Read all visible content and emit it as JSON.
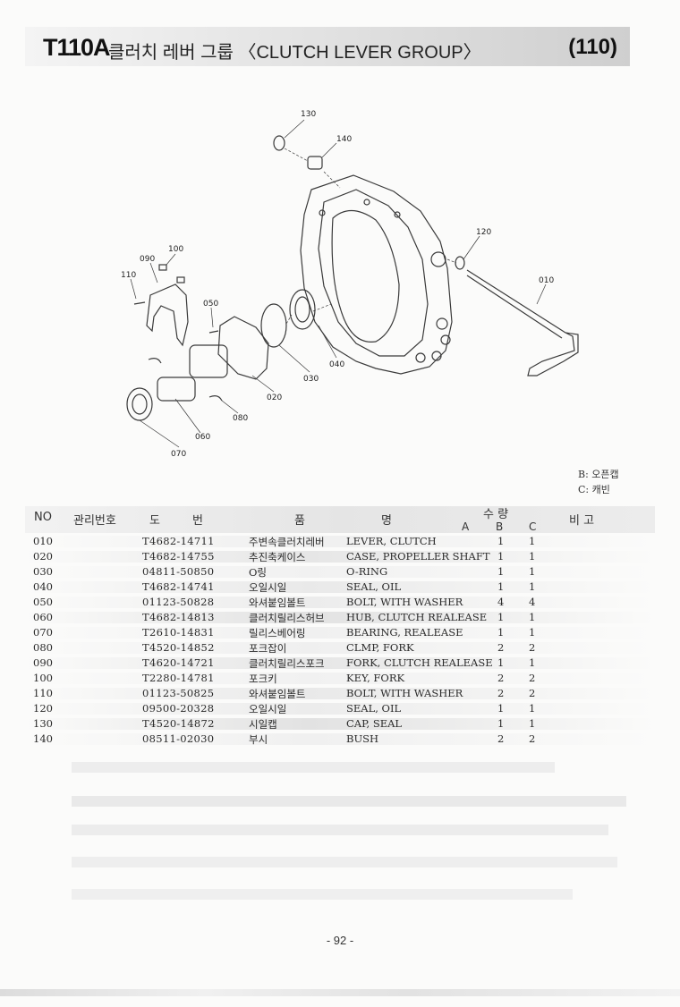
{
  "header": {
    "code": "T110A",
    "title": "클러치 레버 그룹 〈CLUTCH LEVER GROUP〉",
    "page_ref": "(110)"
  },
  "diagram": {
    "callouts": [
      "130",
      "140",
      "120",
      "010",
      "100",
      "090",
      "110",
      "050",
      "040",
      "030",
      "020",
      "080",
      "060",
      "070"
    ]
  },
  "legend": {
    "b": "B: 오픈캡",
    "c": "C: 캐빈"
  },
  "table": {
    "headers": {
      "no": "NO",
      "mgmt": "관리번호",
      "part_a": "도",
      "part_b": "번",
      "name_a": "품",
      "name_b": "명",
      "qty": "수 량",
      "qty_a": "A",
      "qty_b": "B",
      "qty_c": "C",
      "note": "비 고"
    },
    "rows": [
      {
        "no": "010",
        "part": "T4682-14711",
        "ko": "주변속클러치레버",
        "en": "LEVER, CLUTCH",
        "b": "1",
        "c": "1"
      },
      {
        "no": "020",
        "part": "T4682-14755",
        "ko": "추진축케이스",
        "en": "CASE, PROPELLER SHAFT",
        "b": "1",
        "c": "1"
      },
      {
        "no": "030",
        "part": "04811-50850",
        "ko": "O링",
        "en": "O-RING",
        "b": "1",
        "c": "1"
      },
      {
        "no": "040",
        "part": "T4682-14741",
        "ko": "오일시일",
        "en": "SEAL, OIL",
        "b": "1",
        "c": "1"
      },
      {
        "no": "050",
        "part": "01123-50828",
        "ko": "와셔붙임볼트",
        "en": "BOLT, WITH WASHER",
        "b": "4",
        "c": "4"
      },
      {
        "no": "060",
        "part": "T4682-14813",
        "ko": "클러치릴리스허브",
        "en": "HUB, CLUTCH REALEASE",
        "b": "1",
        "c": "1"
      },
      {
        "no": "070",
        "part": "T2610-14831",
        "ko": "릴리스베어링",
        "en": "BEARING, REALEASE",
        "b": "1",
        "c": "1"
      },
      {
        "no": "080",
        "part": "T4520-14852",
        "ko": "포크잡이",
        "en": "CLMP, FORK",
        "b": "2",
        "c": "2"
      },
      {
        "no": "090",
        "part": "T4620-14721",
        "ko": "클러치릴리스포크",
        "en": "FORK, CLUTCH REALEASE",
        "b": "1",
        "c": "1"
      },
      {
        "no": "100",
        "part": "T2280-14781",
        "ko": "포크키",
        "en": "KEY, FORK",
        "b": "2",
        "c": "2"
      },
      {
        "no": "110",
        "part": "01123-50825",
        "ko": "와셔붙임볼트",
        "en": "BOLT, WITH WASHER",
        "b": "2",
        "c": "2"
      },
      {
        "no": "120",
        "part": "09500-20328",
        "ko": "오일시일",
        "en": "SEAL, OIL",
        "b": "1",
        "c": "1"
      },
      {
        "no": "130",
        "part": "T4520-14872",
        "ko": "시일캡",
        "en": "CAP, SEAL",
        "b": "1",
        "c": "1"
      },
      {
        "no": "140",
        "part": "08511-02030",
        "ko": "부시",
        "en": "BUSH",
        "b": "2",
        "c": "2"
      }
    ]
  },
  "footer": {
    "page": "- 92 -"
  }
}
